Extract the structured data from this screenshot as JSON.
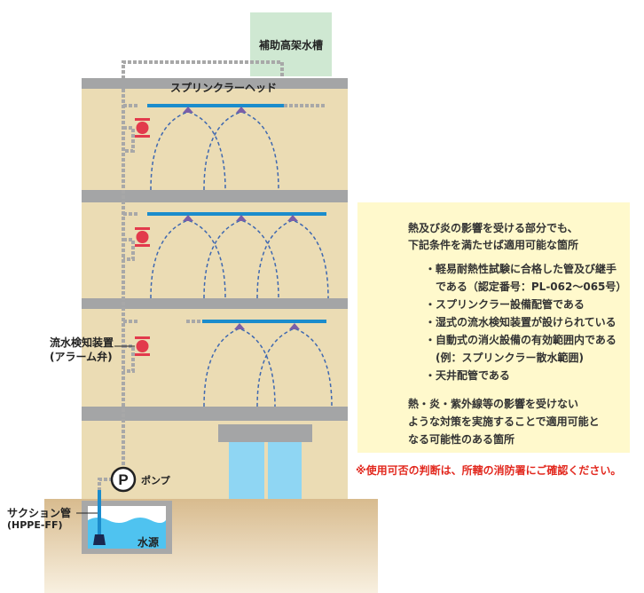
{
  "labels": {
    "tank": "補助高架水槽",
    "sprinkler_head": "スプリンクラーヘッド",
    "flow_detector_1": "流水検知装置",
    "flow_detector_2": "(アラーム弁)",
    "pump_symbol": "P",
    "pump": "ポンプ",
    "suction_1": "サクション管",
    "suction_2": "(HPPE-FF)",
    "water_source": "水源"
  },
  "legend": {
    "solid_line_1": "熱及び炎の影響を受ける部分でも、",
    "solid_line_2": "下記条件を満たせば適用可能な箇所",
    "conditions": [
      "・軽易耐熱性試験に合格した管及び継手",
      "　である（認定番号：PL-062～065号）",
      "・スプリンクラー設備配管である",
      "・湿式の流水検知装置が設けられている",
      "・自動式の消火設備の有効範囲内である",
      "　(例：スプリンクラー散水範囲)",
      "・天井配管である"
    ],
    "dotted_line_1": "熱・炎・紫外線等の影響を受けない",
    "dotted_line_2": "ような対策を実施することで適用可能と",
    "dotted_line_3": "なる可能性のある箇所"
  },
  "caution": "※使用可否の判断は、所轄の消防署にご確認ください。",
  "colors": {
    "wall": "#ebdcb4",
    "slab": "#a4a5a6",
    "tank": "#cfe8d2",
    "pipe_solid": "#1b8ccc",
    "pipe_dotted": "#a8a8a8",
    "valve": "#e23a4c",
    "spray": "#3f68b0",
    "water": "#4fc3f0",
    "ground": "#d8bb8e",
    "note_bg": "#fff9cc",
    "caution": "#e2281e"
  }
}
